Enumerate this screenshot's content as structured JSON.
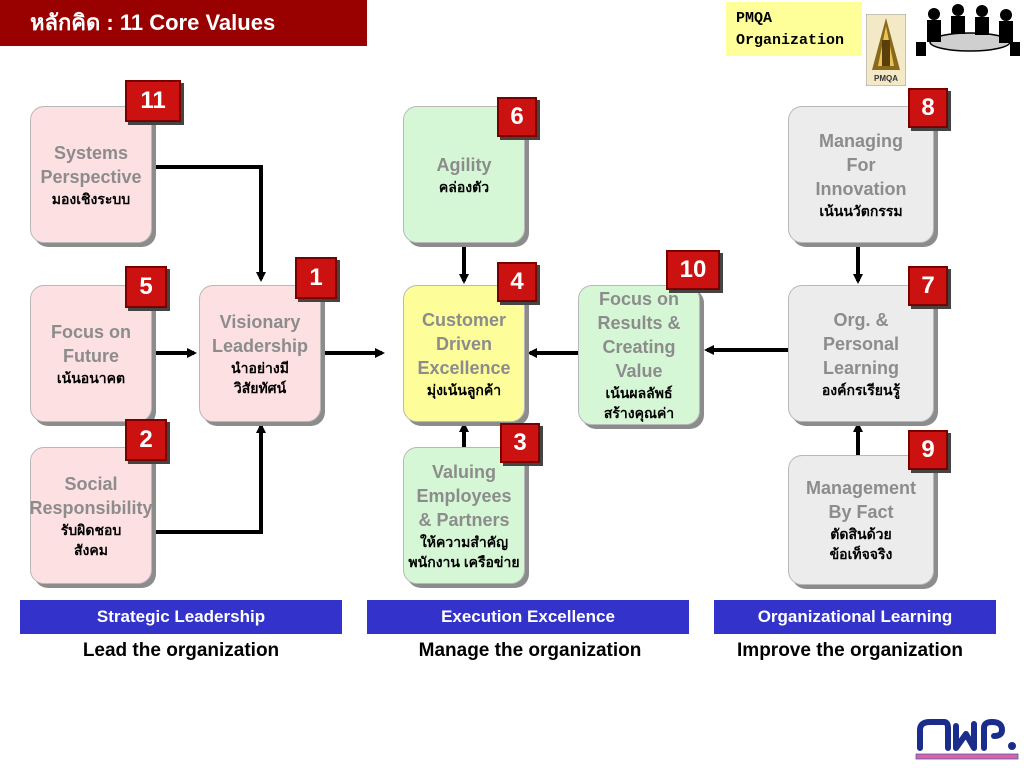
{
  "title": "หลักคิด : 11 Core Values",
  "pmqa_label": [
    "PMQA",
    "Organization"
  ],
  "logo_text": "PMQA",
  "boxes": {
    "systems": {
      "badge": "11",
      "en": [
        "Systems",
        "Perspective"
      ],
      "th": [
        "มองเชิงระบบ"
      ]
    },
    "focus_future": {
      "badge": "5",
      "en": [
        "Focus on",
        "Future"
      ],
      "th": [
        "เน้นอนาคต"
      ]
    },
    "social": {
      "badge": "2",
      "en": [
        "Social",
        "Responsibility"
      ],
      "th": [
        "รับผิดชอบ",
        "สังคม"
      ]
    },
    "visionary": {
      "badge": "1",
      "en": [
        "Visionary",
        "Leadership"
      ],
      "th": [
        "นำอย่างมี",
        "วิสัยทัศน์"
      ]
    },
    "agility": {
      "badge": "6",
      "en": [
        "Agility"
      ],
      "th": [
        "คล่องตัว"
      ]
    },
    "customer": {
      "badge": "4",
      "en": [
        "Customer",
        "Driven",
        "Excellence"
      ],
      "th": [
        "มุ่งเน้นลูกค้า"
      ]
    },
    "valuing": {
      "badge": "3",
      "en": [
        "Valuing",
        "Employees",
        "& Partners"
      ],
      "th": [
        "ให้ความสำคัญ",
        "พนักงาน เครือข่าย"
      ]
    },
    "results": {
      "badge": "10",
      "en": [
        "Focus on",
        "Results &",
        "Creating",
        "Value"
      ],
      "th": [
        "เน้นผลลัพธ์",
        "สร้างคุณค่า"
      ]
    },
    "innovation": {
      "badge": "8",
      "en": [
        "Managing",
        "For",
        "Innovation"
      ],
      "th": [
        "เน้นนวัตกรรม"
      ]
    },
    "learning": {
      "badge": "7",
      "en": [
        "Org. &",
        "Personal",
        "Learning"
      ],
      "th": [
        "องค์กรเรียนรู้"
      ]
    },
    "fact": {
      "badge": "9",
      "en": [
        "Management",
        "By Fact"
      ],
      "th": [
        "ตัดสินด้วย",
        "ข้อเท็จจริง"
      ]
    }
  },
  "categories": [
    {
      "label": "Strategic Leadership",
      "sub": "Lead the organization"
    },
    {
      "label": "Execution Excellence",
      "sub": "Manage the organization"
    },
    {
      "label": "Organizational Learning",
      "sub": "Improve the organization"
    }
  ],
  "colors": {
    "title_bg": "#990000",
    "badge": "#cc1111",
    "bar": "#3333cc",
    "pink": "#fde0e2",
    "green": "#d6f7d6",
    "yellow": "#fdfd9a",
    "gray": "#ececec"
  }
}
